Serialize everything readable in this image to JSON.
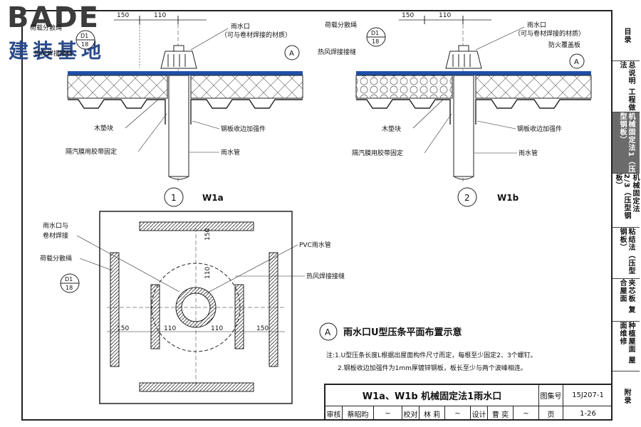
{
  "logo": {
    "en": "BADE",
    "cn": "建装基地"
  },
  "detail1": {
    "dims": [
      "150",
      "110"
    ],
    "labels": {
      "load_rope": "荷载分散绳",
      "hot_air_weld": "热风焊接接缝",
      "drain_outlet": "雨水口",
      "drain_outlet_note": "（可与卷材焊接的材质）",
      "wood_block": "木垫块",
      "steel_stiffener": "钢板收边加强件",
      "vapor_barrier": "隔汽膜用胶带固定",
      "drain_pipe": "雨水管"
    },
    "ref_circle": "D1",
    "ref_num": "18",
    "section_A": "A",
    "number": "1",
    "name": "W1a"
  },
  "detail2": {
    "dims": [
      "150",
      "110"
    ],
    "labels": {
      "load_rope": "荷载分散绳",
      "hot_air_weld": "热风焊接接缝",
      "drain_outlet": "雨水口",
      "drain_outlet_note": "（可与卷材焊接的材质）",
      "fire_cover": "防火覆盖板",
      "wood_block": "木垫块",
      "steel_stiffener": "钢板收边加强件",
      "vapor_barrier": "隔汽膜用胶带固定",
      "drain_pipe": "雨水管"
    },
    "ref_circle": "D1",
    "ref_num": "18",
    "section_A": "A",
    "number": "2",
    "name": "W1b"
  },
  "plan": {
    "labels": {
      "drain_weld_1": "雨水口与",
      "drain_weld_2": "卷材焊接",
      "load_rope": "荷载分散绳",
      "pvc_pipe": "PVC雨水管",
      "hot_air_weld": "热风焊接接缝"
    },
    "ref_circle": "D1",
    "ref_num": "18",
    "dims_top": [
      "150",
      "110"
    ],
    "dims_bottom": [
      "150",
      "110",
      "110",
      "150"
    ],
    "title_letter": "A",
    "title": "雨水口U型压条平面布置示意"
  },
  "notes": {
    "line1": "注:1.U型压条长度L根据出屋面构件尺寸而定，每根至少固定2、3个螺钉。",
    "line2": "2.钢板收边加强件为1mm厚镀锌钢板，板长至少与两个波峰相连。"
  },
  "title_block": {
    "title": "W1a、W1b  机械固定法1雨水口",
    "atlas_label": "图集号",
    "atlas_no": "15J207-1",
    "review_label": "审核",
    "reviewer": "蔡昭昀",
    "check_label": "校对",
    "checker": "林  莉",
    "design_label": "设计",
    "designer": "曹  奕",
    "page_label": "页",
    "page_no": "1-26"
  },
  "sidebar": {
    "items": [
      "目录",
      "总说明 工程做法",
      "机械固定法1（压型钢板）",
      "机械固定法2/3（压型钢板）",
      "粘结法（压型钢板）",
      "夹芯板 复合屋面",
      "种植屋面 屋面维修",
      "附录"
    ]
  },
  "colors": {
    "membrane": "#1f4fa8",
    "accent": "#6b6b6b"
  }
}
